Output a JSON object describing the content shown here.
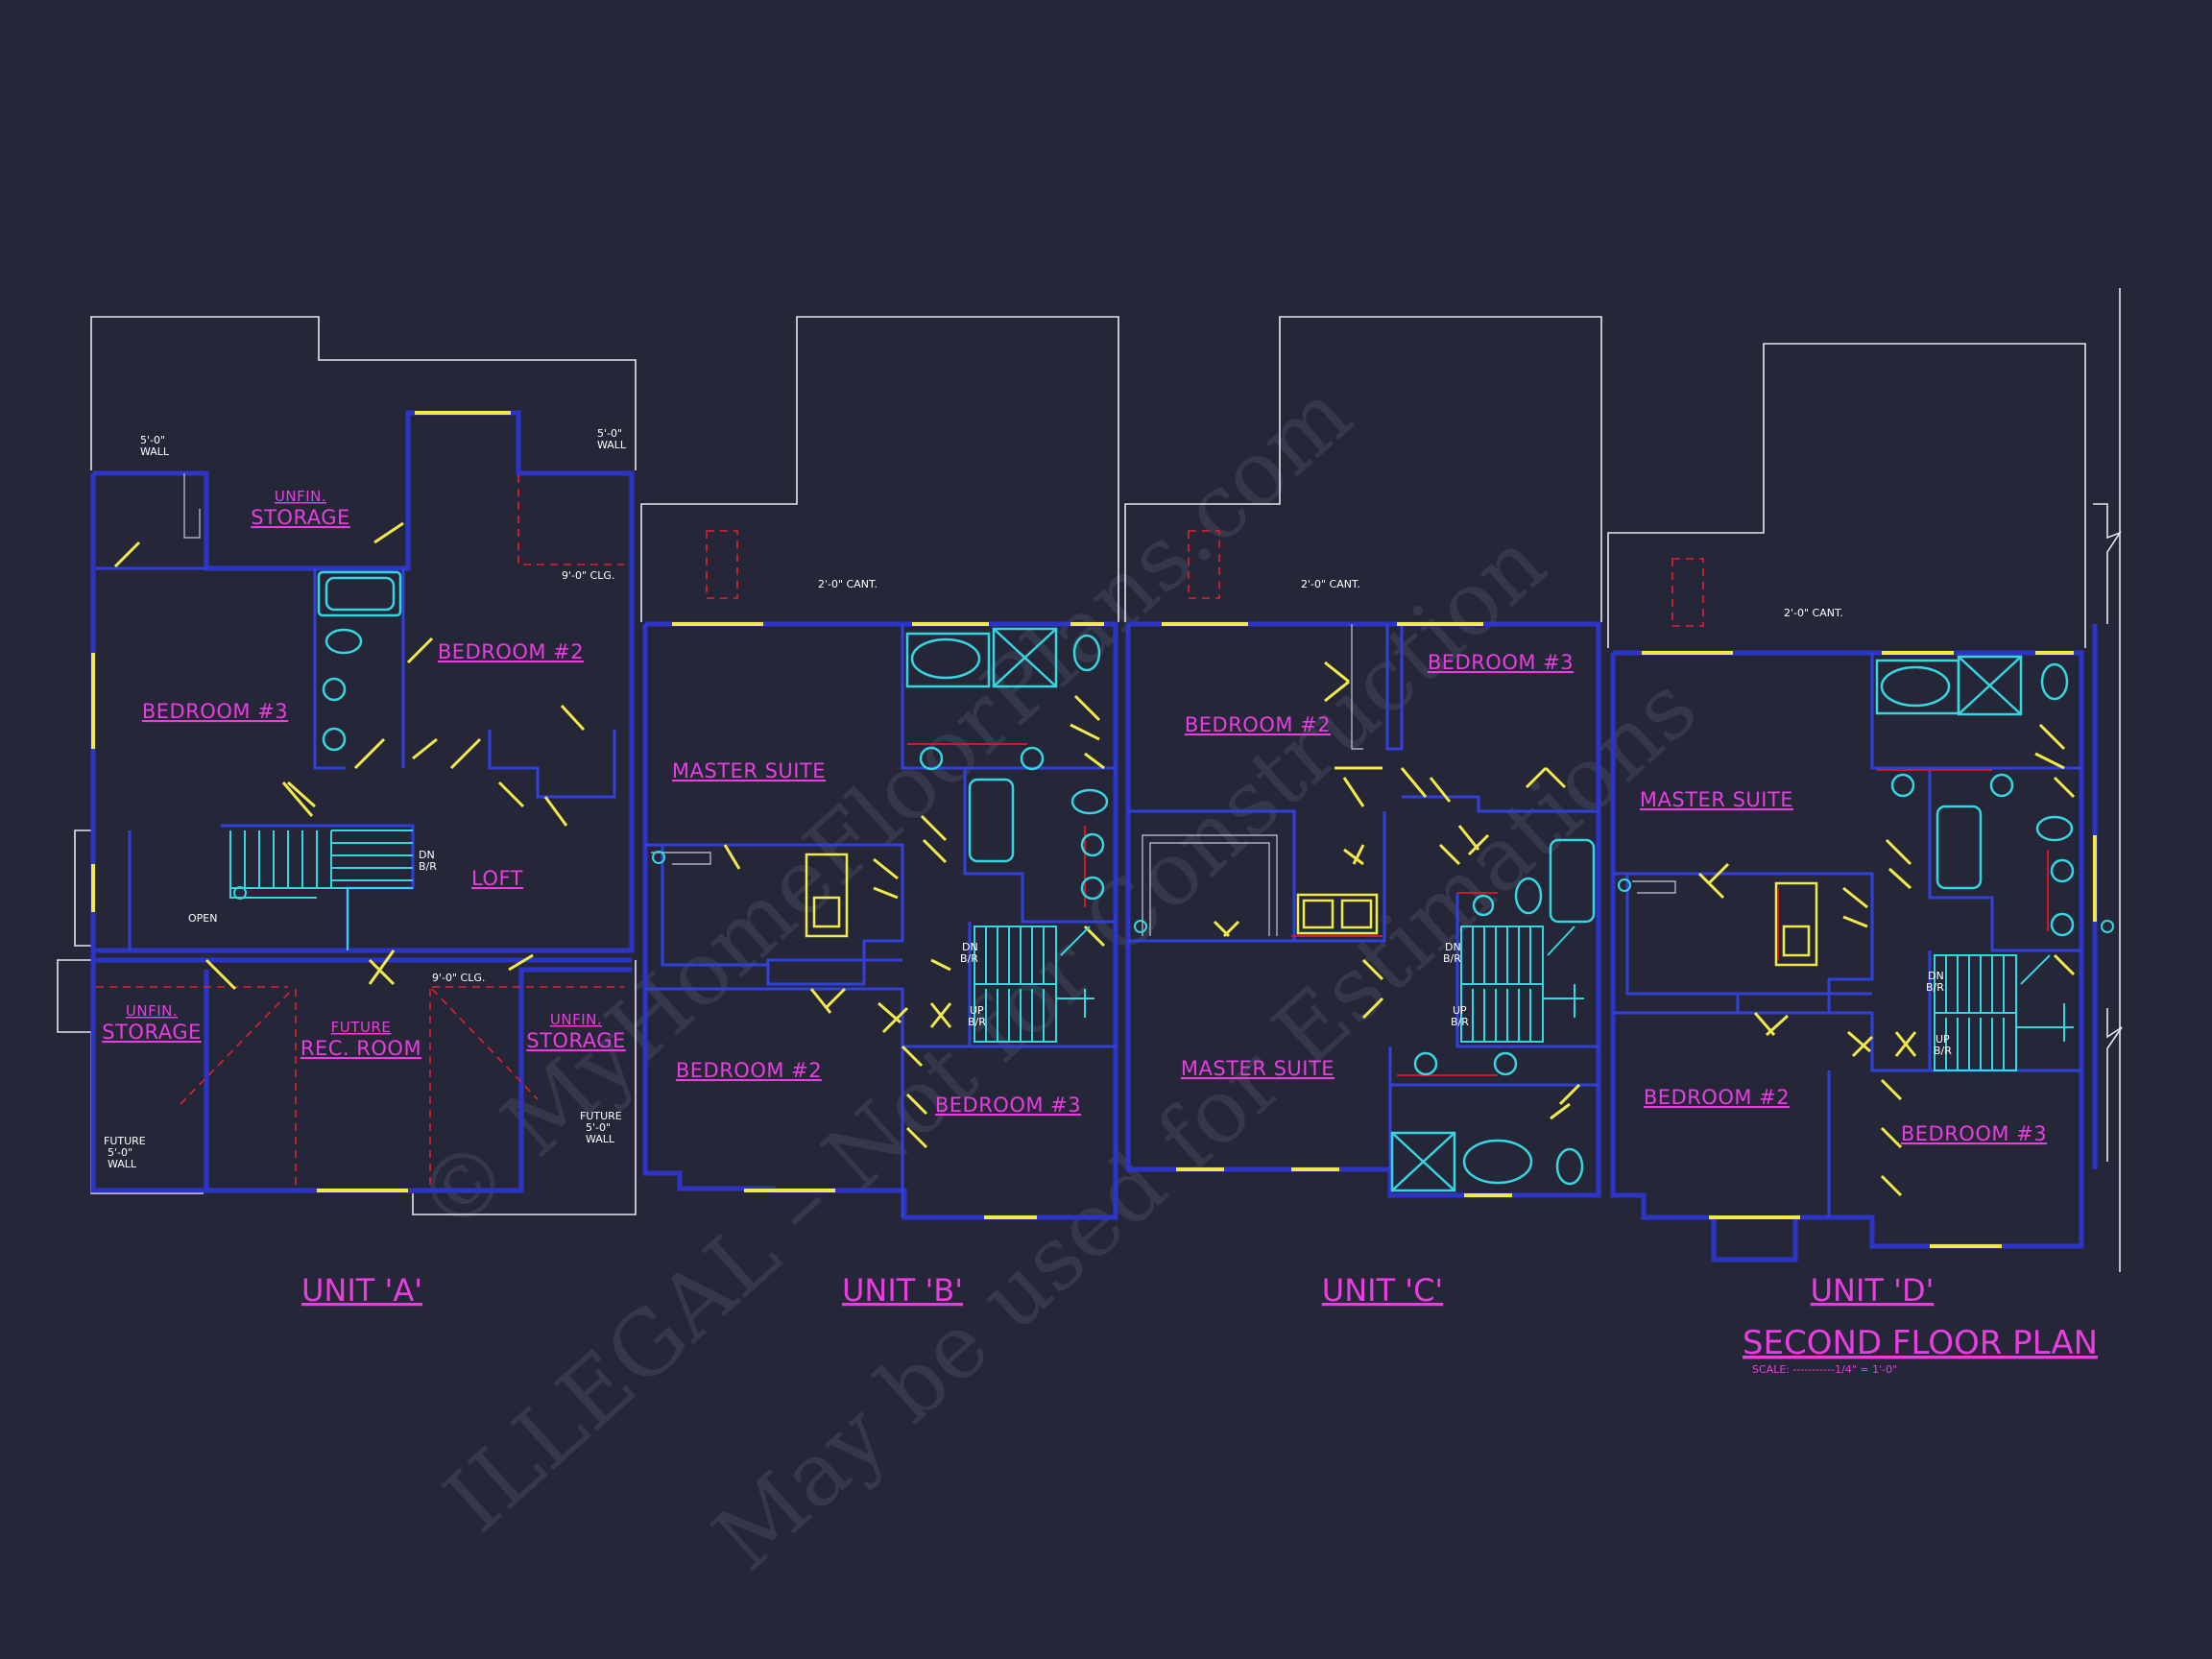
{
  "units": [
    {
      "label": "UNIT 'A'"
    },
    {
      "label": "UNIT 'B'"
    },
    {
      "label": "UNIT 'C'"
    },
    {
      "label": "UNIT 'D'"
    }
  ],
  "rooms": {
    "a_unfin_storage_top_1": "UNFIN.",
    "a_unfin_storage_top_2": "STORAGE",
    "a_bedroom_2": "BEDROOM #2",
    "a_bedroom_3": "BEDROOM #3",
    "a_loft": "LOFT",
    "a_unfin_storage_left_1": "UNFIN.",
    "a_unfin_storage_left_2": "STORAGE",
    "a_future_rec_1": "FUTURE",
    "a_future_rec_2": "REC. ROOM",
    "a_unfin_storage_right_1": "UNFIN.",
    "a_unfin_storage_right_2": "STORAGE",
    "b_master_suite": "MASTER SUITE",
    "b_bedroom_2": "BEDROOM #2",
    "b_bedroom_3": "BEDROOM #3",
    "c_bedroom_2": "BEDROOM #2",
    "c_bedroom_3": "BEDROOM #3",
    "c_master_suite": "MASTER SUITE",
    "d_master_suite": "MASTER SUITE",
    "d_bedroom_2": "BEDROOM #2",
    "d_bedroom_3": "BEDROOM #3"
  },
  "notes": {
    "wall_a_left_1": "5'-0\"",
    "wall_a_left_2": "WALL",
    "wall_a_right_1": "5'-0\"",
    "wall_a_right_2": "WALL",
    "clg_a_upper": "9'-0\" CLG.",
    "clg_a_lower": "9'-0\" CLG.",
    "open": "OPEN",
    "dn_br": "DN",
    "dn_br2": "B/R",
    "future_wall_l_1": "FUTURE",
    "future_wall_l_2": "5'-0\"",
    "future_wall_l_3": "WALL",
    "future_wall_r_1": "FUTURE",
    "future_wall_r_2": "5'-0\"",
    "future_wall_r_3": "WALL",
    "cant_b": "2'-0\" CANT.",
    "cant_c": "2'-0\" CANT.",
    "cant_d": "2'-0\" CANT.",
    "b_dn": "DN",
    "b_dn2": "B/R",
    "b_up": "UP",
    "b_up2": "B/R",
    "c_dn": "DN",
    "c_dn2": "B/R",
    "c_up": "UP",
    "c_up2": "B/R",
    "d_dn": "DN",
    "d_dn2": "B/R",
    "d_up": "UP",
    "d_up2": "B/R"
  },
  "title": {
    "main": "SECOND FLOOR PLAN",
    "scale": "SCALE: -----------1/4\" = 1'-0\""
  },
  "watermark": {
    "line1": "© MyHomeFloorPlans.com",
    "line2": "ILLEGAL – Not for Construction",
    "line3": "May be used for Estimations"
  },
  "colors": {
    "background": "#252738",
    "walls": "#2d35c9",
    "labels": "#e83ee0",
    "windows_doors": "#f2ea48",
    "fixtures": "#35d6e0"
  }
}
